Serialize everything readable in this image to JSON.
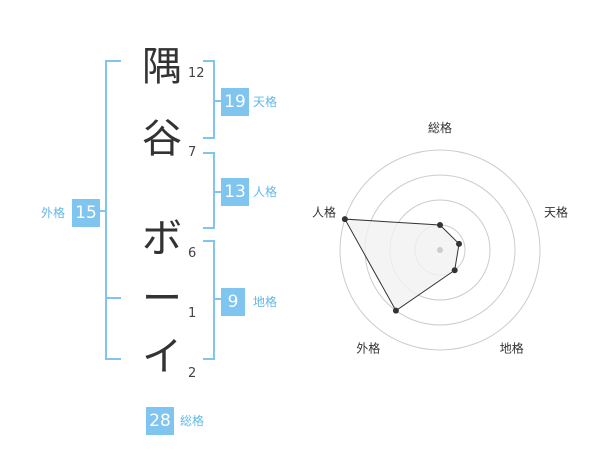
{
  "name": {
    "chars": [
      "隅",
      "谷",
      "ボ",
      "ー",
      "イ"
    ],
    "strokes": [
      "12",
      "7",
      "6",
      "1",
      "2"
    ]
  },
  "kaku": {
    "tenkaku": {
      "value": "19",
      "label": "天格"
    },
    "jinkaku": {
      "value": "13",
      "label": "人格"
    },
    "chikaku": {
      "value": "9",
      "label": "地格"
    },
    "gaikaku": {
      "value": "15",
      "label": "外格"
    },
    "soukaku": {
      "value": "28",
      "label": "総格"
    }
  },
  "chart_data": {
    "type": "radar",
    "axes": [
      "総格",
      "天格",
      "地格",
      "外格",
      "人格"
    ],
    "rings": 4,
    "values": [
      0.25,
      0.2,
      0.25,
      0.75,
      1.0
    ],
    "colors": {
      "fill": "#f1f1f1",
      "stroke": "#333333",
      "grid": "#cccccc",
      "point": "#333333",
      "center": "#cccccc"
    }
  },
  "colors": {
    "accent": "#7fc5f0"
  }
}
